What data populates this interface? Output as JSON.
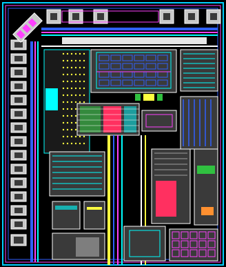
{
  "viewer": {
    "background": "#000000",
    "colors": {
      "border": "#00d0ff",
      "pad_frame": "#ffffff",
      "pad_fill": "#c8c8c8",
      "block_fill": "#3a3a3a",
      "magenta": "#ff40ff",
      "cyan": "#00ffff",
      "blue": "#3060ff",
      "yellow": "#ffff40",
      "green": "#30c040",
      "orange": "#ff9030",
      "pink": "#ff3060",
      "white": "#ffffff"
    },
    "layers": [
      "metal1",
      "metal2",
      "poly",
      "diffusion",
      "contact",
      "via"
    ]
  }
}
